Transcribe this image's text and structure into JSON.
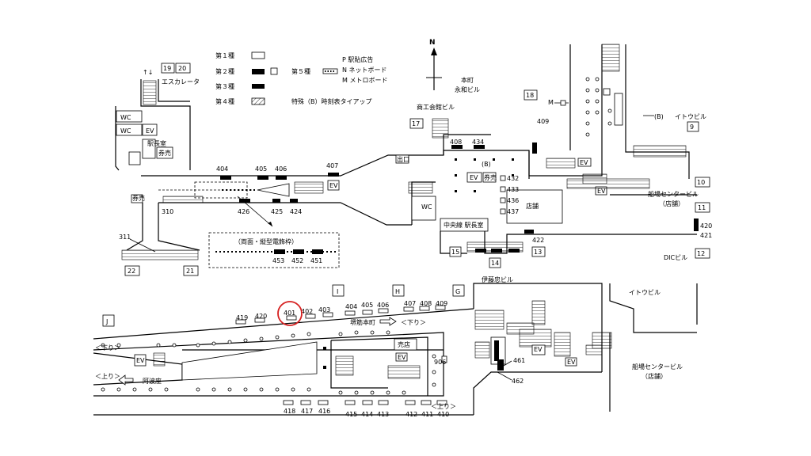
{
  "compass": "N",
  "legend": {
    "type1": "第１種",
    "type2": "第２種",
    "type3": "第３種",
    "type4": "第４種",
    "type5": "第５種",
    "p": "P 駅貼広告",
    "n": "N ネットボード",
    "m": "M メトロボード",
    "special": "特殊（B）時刻表タイアップ"
  },
  "upper": {
    "escalator": "エスカレータ",
    "wc": "WC",
    "ev": "EV",
    "station_master": "駅\n長\n室",
    "ticket": "券売",
    "building_honmachi": "本町\n永和ビル",
    "building_shoko": "商工会館ビル",
    "building_ito": "イトウビル",
    "building_funaba": "船場センタービル\n（店舗）",
    "building_dic": "DICビル",
    "building_itochu": "伊藤忠ビル",
    "chuo_master": "中央線 駅長室",
    "shop": "店舗",
    "b_mark": "(B)",
    "m_mark": "M",
    "frame_title": "（両面・縦型電飾枠）",
    "exits": [
      "19",
      "20",
      "18",
      "17",
      "9",
      "10",
      "11",
      "12",
      "13",
      "14",
      "15",
      "22",
      "21"
    ],
    "ad_numbers": [
      "404",
      "405",
      "406",
      "407",
      "408",
      "434",
      "409",
      "426",
      "425",
      "424",
      "310",
      "311",
      "453",
      "452",
      "451",
      "432",
      "433",
      "436",
      "437",
      "422",
      "420",
      "421"
    ]
  },
  "lower": {
    "sections": [
      "I",
      "H",
      "G",
      "J"
    ],
    "top_ads": [
      "419",
      "420",
      "401",
      "402",
      "403",
      "404",
      "405",
      "406",
      "407",
      "408",
      "409"
    ],
    "bottom_ads": [
      "418",
      "417",
      "416",
      "415",
      "414",
      "413",
      "412",
      "411",
      "410"
    ],
    "side_ads": [
      "906",
      "461",
      "462"
    ],
    "highlighted_ad": "401",
    "to_sakaisuji": "堺筋本町",
    "down": "＜下り＞",
    "up": "＜上り＞",
    "to_awaza": "阿波座",
    "ev": "EV",
    "ticket": "売店",
    "building_ito": "イトウビル",
    "building_funaba": "船場センタービル\n（店舗）"
  },
  "colors": {
    "highlight": "#d62020",
    "line": "#000000"
  }
}
